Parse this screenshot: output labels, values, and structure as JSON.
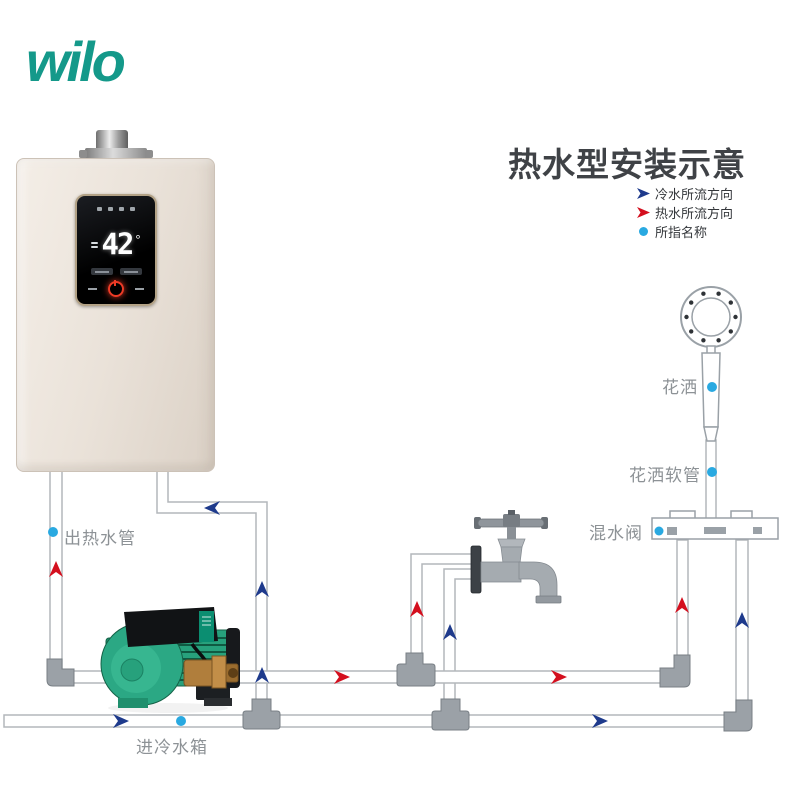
{
  "logo": {
    "text": "wilo",
    "color": "#14998a"
  },
  "title": "热水型安装示意",
  "legend": {
    "items": [
      {
        "icon": "arrow-right",
        "color": "#1e3a8c",
        "label": "冷水所流方向"
      },
      {
        "icon": "arrow-right",
        "color": "#d40f1e",
        "label": "热水所流方向"
      },
      {
        "icon": "dot",
        "color": "#29a9e1",
        "label": "所指名称"
      }
    ]
  },
  "colors": {
    "cold": "#1e3a8c",
    "hot": "#d40f1e",
    "dot": "#29a9e1"
  },
  "heater": {
    "display": {
      "temperature": "42",
      "unit": "°"
    }
  },
  "labels": {
    "hot_out_pipe": "出热水管",
    "cold_in_tank": "进冷水箱",
    "shower_head": "花洒",
    "shower_hose": "花洒软管",
    "mixing_valve": "混水阀"
  }
}
